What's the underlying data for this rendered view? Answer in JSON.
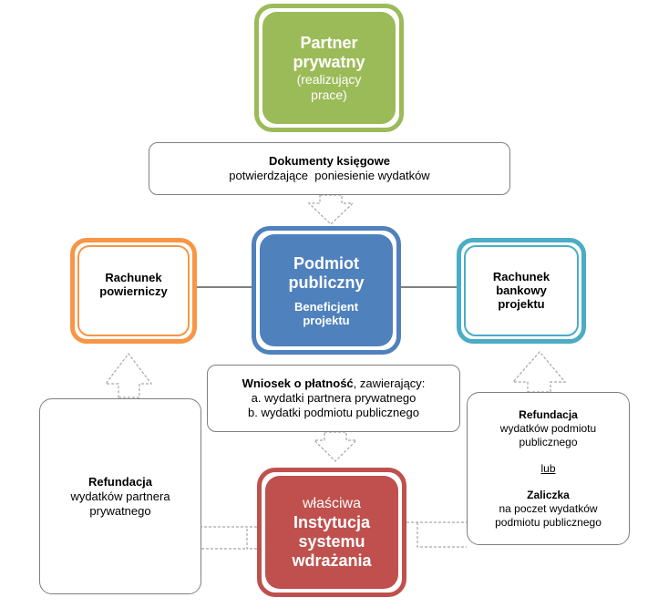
{
  "partner": {
    "title": "Partner prywatny",
    "subtitle": "(realizujący prace)"
  },
  "dokumenty": {
    "title": "Dokumenty księgowe",
    "text": "potwierdzające  poniesienie wydatków"
  },
  "podmiot": {
    "title": "Podmiot publiczny",
    "subtitle": "Beneficjent projektu"
  },
  "rachunek_powierniczy": {
    "label": "Rachunek powierniczy"
  },
  "rachunek_bankowy": {
    "label": "Rachunek bankowy projektu"
  },
  "wniosek": {
    "title": "Wniosek o płatność",
    "suffix": ", zawierający:",
    "line_a": "a. wydatki partnera prywatnego",
    "line_b": "b. wydatki podmiotu publicznego"
  },
  "refund_left": {
    "title": "Refundacja",
    "text": "wydatków partnera prywatnego"
  },
  "refund_right": {
    "title": "Refundacja",
    "text": "wydatków podmiotu publicznego",
    "or": "lub",
    "title2": "Zaliczka",
    "text2": "na poczet wydatków podmiotu publicznego"
  },
  "instytucja": {
    "prefix": "właściwa",
    "title": "Instytucja systemu wdrażania"
  },
  "colors": {
    "green": "#9bbb59",
    "blue": "#4f81bd",
    "red": "#c0504d",
    "orange": "#f79646",
    "teal": "#4bacc6",
    "arrow": "#a6a6a6"
  }
}
